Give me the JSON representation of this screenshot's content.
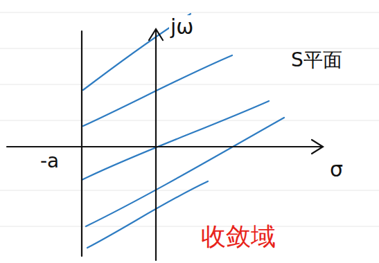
{
  "diagram": {
    "labels": [
      "jω",
      "S平面",
      "-a",
      "σ",
      "收敛域"
    ]
  }
}
